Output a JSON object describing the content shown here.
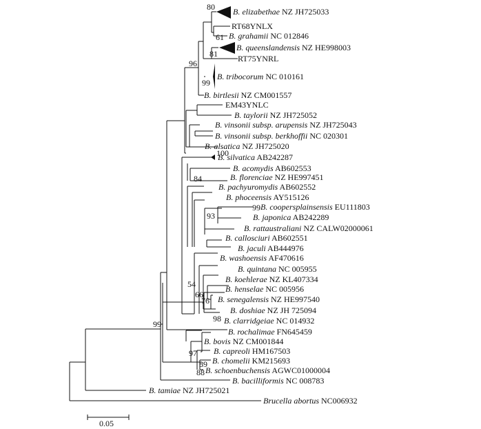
{
  "taxa": [
    {
      "id": "elizabethae",
      "sp": "B. elizabethae",
      "acc": " NZ JH725033"
    },
    {
      "id": "rt68",
      "sp": "",
      "acc": "RT68YNLX"
    },
    {
      "id": "grahamii",
      "sp": "B. grahamii",
      "acc": " NC 012846"
    },
    {
      "id": "queenslandensis",
      "sp": "B. queenslandensis",
      "acc": " NZ HE998003"
    },
    {
      "id": "rt75",
      "sp": "",
      "acc": "RT75YNRL"
    },
    {
      "id": "tribocorum",
      "sp": "B. tribocorum",
      "acc": " NC 010161"
    },
    {
      "id": "birtlesii",
      "sp": "B. birtlesii",
      "acc": " NZ CM001557"
    },
    {
      "id": "em43",
      "sp": "",
      "acc": "EM43YNLC"
    },
    {
      "id": "taylorii",
      "sp": "B. taylorii",
      "acc": " NZ JH725052"
    },
    {
      "id": "arupensis",
      "sp": "B. vinsonii subsp. arupensis",
      "acc": " NZ JH725043"
    },
    {
      "id": "berkhoffii",
      "sp": "B. vinsonii subsp. berkhoffii",
      "acc": " NC 020301"
    },
    {
      "id": "alsatica",
      "sp": "B. alsatica",
      "acc": " NZ JH725020"
    },
    {
      "id": "silvatica",
      "sp": "B. silvatica",
      "acc": " AB242287"
    },
    {
      "id": "acomydis",
      "sp": "B. acomydis",
      "acc": " AB602553"
    },
    {
      "id": "florenciae",
      "sp": "B. florenciae",
      "acc": " NZ HE997451"
    },
    {
      "id": "pachyuromydis",
      "sp": "B. pachyuromydis",
      "acc": " AB602552"
    },
    {
      "id": "phoceensis",
      "sp": "B. phoceensis",
      "acc": " AY515126"
    },
    {
      "id": "coopersplainsensis",
      "sp": "B. coopersplainsensis",
      "acc": " EU111803"
    },
    {
      "id": "japonica",
      "sp": "B. japonica",
      "acc": " AB242289"
    },
    {
      "id": "rattaustraliani",
      "sp": "B. rattaustraliani",
      "acc": " NZ CALW02000061"
    },
    {
      "id": "callosciuri",
      "sp": "B. callosciuri",
      "acc": " AB602551"
    },
    {
      "id": "jaculi",
      "sp": "B. jaculi",
      "acc": " AB444976"
    },
    {
      "id": "washoensis",
      "sp": "B. washoensis",
      "acc": " AF470616"
    },
    {
      "id": "quintana",
      "sp": "B. quintana",
      "acc": " NC 005955"
    },
    {
      "id": "koehlerae",
      "sp": "B. koehlerae",
      "acc": " NZ KL407334"
    },
    {
      "id": "henselae",
      "sp": "B. henselae",
      "acc": " NC 005956"
    },
    {
      "id": "senegalensis",
      "sp": "B. senegalensis",
      "acc": " NZ HE997540"
    },
    {
      "id": "doshiae",
      "sp": "B. doshiae",
      "acc": " NZ JH 725094"
    },
    {
      "id": "clarridgeiae",
      "sp": "B. clarridgeiae",
      "acc": " NC 014932"
    },
    {
      "id": "rochalimae",
      "sp": "B. rochalimae",
      "acc": " FN645459"
    },
    {
      "id": "bovis",
      "sp": "B. bovis",
      "acc": " NZ CM001844"
    },
    {
      "id": "capreoli",
      "sp": "B. capreoli",
      "acc": " HM167503"
    },
    {
      "id": "chomelii",
      "sp": "B. chomelii",
      "acc": " KM215693"
    },
    {
      "id": "schoenbuchensis",
      "sp": "B. schoenbuchensis",
      "acc": " AGWC01000004"
    },
    {
      "id": "bacilliformis",
      "sp": "B. bacilliformis",
      "acc": " NC 008783"
    },
    {
      "id": "tamiae",
      "sp": "B. tamiae",
      "acc": " NZ JH725021"
    },
    {
      "id": "brucella",
      "sp": "Brucella abortus",
      "acc": " NC006932"
    }
  ],
  "bootstrap": [
    {
      "id": "b80",
      "value": "80"
    },
    {
      "id": "b61",
      "value": "61"
    },
    {
      "id": "b81",
      "value": "81"
    },
    {
      "id": "b96",
      "value": "96"
    },
    {
      "id": "b99a",
      "value": "99"
    },
    {
      "id": "b100",
      "value": "100"
    },
    {
      "id": "b84",
      "value": "84"
    },
    {
      "id": "b99b",
      "value": "99"
    },
    {
      "id": "b93",
      "value": "93"
    },
    {
      "id": "b54",
      "value": "54"
    },
    {
      "id": "b66",
      "value": "66"
    },
    {
      "id": "b76",
      "value": "76"
    },
    {
      "id": "b99c",
      "value": "99"
    },
    {
      "id": "b98",
      "value": "98"
    },
    {
      "id": "b97",
      "value": "97"
    },
    {
      "id": "b89",
      "value": "89"
    },
    {
      "id": "b88",
      "value": "88"
    }
  ],
  "scale_bar": {
    "label": "0.05"
  }
}
